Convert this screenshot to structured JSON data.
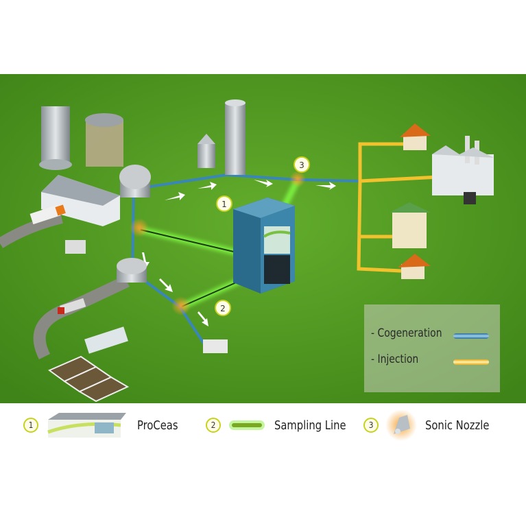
{
  "markers": [
    "1",
    "2",
    "3"
  ],
  "legend": {
    "items": [
      {
        "label": "- Cogeneration",
        "color": "#3a86b8"
      },
      {
        "label": "- Injection",
        "color": "#f2c12e"
      }
    ]
  },
  "key": [
    {
      "number": "1",
      "label": "ProCeas",
      "icon": "analyzer-icon"
    },
    {
      "number": "2",
      "label": "Sampling Line",
      "icon": "sampling-line-icon"
    },
    {
      "number": "3",
      "label": "Sonic Nozzle",
      "icon": "sonic-nozzle-icon"
    }
  ],
  "colors": {
    "grass": "#4f9a22",
    "cogeneration": "#3a86b8",
    "injection": "#f2c12e",
    "sampling": "#6ee33a",
    "nozzle_glow": "#e8901e"
  }
}
